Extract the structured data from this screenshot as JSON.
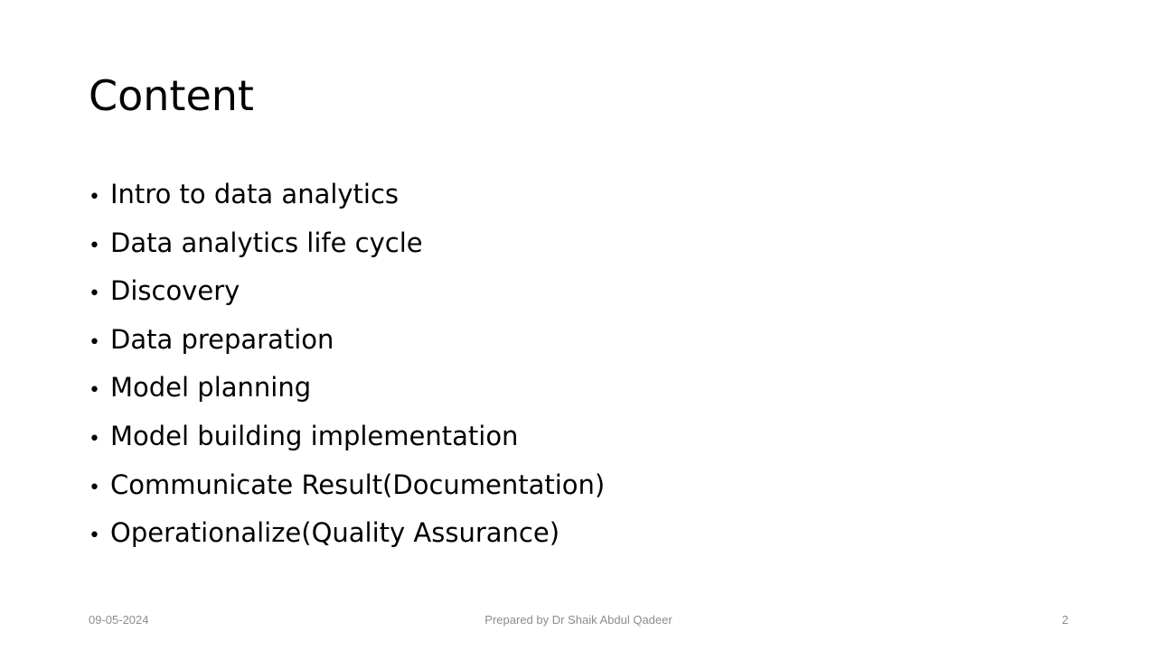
{
  "slide": {
    "title": "Content",
    "bullets": [
      "Intro to data analytics",
      "Data analytics life cycle",
      "Discovery",
      "Data preparation",
      "Model planning",
      "Model building implementation",
      "Communicate Result(Documentation)",
      "Operationalize(Quality Assurance)"
    ],
    "bullet_glyph": "•",
    "footer": {
      "date": "09-05-2024",
      "center": "Prepared by Dr Shaik Abdul Qadeer",
      "page_number": "2"
    }
  }
}
